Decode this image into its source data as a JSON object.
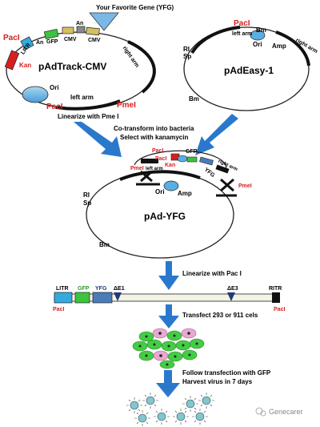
{
  "title_gene": "Your Favorite Gene (YFG)",
  "plasmid1": {
    "name": "pAdTrack-CMV",
    "labels": {
      "pacI_top": "PacI",
      "litr": "LITR",
      "an1": "An",
      "gfp": "GFP",
      "cmv1": "CMV",
      "an2": "An",
      "cmv2": "CMV",
      "kan": "Kan",
      "right_arm": "right arm",
      "ori": "Ori",
      "left_arm": "left arm",
      "pacI_bottom": "PacI",
      "pmeI": "PmeI"
    }
  },
  "plasmid2": {
    "name": "pAdEasy-1",
    "labels": {
      "pacI": "PacI",
      "left_arm": "left arm",
      "bm_top": "Bm",
      "ri": "RI",
      "sp": "Sp",
      "ori": "Ori",
      "amp": "Amp",
      "right_arm": "right arm",
      "bm_bottom": "Bm"
    }
  },
  "step1": "Linearize with Pme I",
  "step2_line1": "Co-transform into bacteria",
  "step2_line2": "Select with kanamycin",
  "plasmid3": {
    "name": "pAd-YFG",
    "labels": {
      "pmeI_left": "PmeI",
      "pacI_a": "PacI",
      "pacI_b": "PacI",
      "left_arm": "left arm",
      "kan": "Kan",
      "gfp": "GFP",
      "yfg": "YFG",
      "right_arm": "right arm",
      "pmeI_right": "PmeI",
      "ri": "RI",
      "sp": "Sp",
      "ori": "Ori",
      "amp": "Amp",
      "bm": "Bm"
    }
  },
  "step3": "Linearize with Pac I",
  "linear": {
    "litr": "LITR",
    "gfp": "GFP",
    "yfg": "YFG",
    "e1": "ΔE1",
    "e3": "ΔE3",
    "ritr": "RITR",
    "pacI_left": "PacI",
    "pacI_right": "PacI"
  },
  "step4": "Transfect 293 or 911 cels",
  "step5_line1": "Follow transfection with GFP",
  "step5_line2": "Harvest virus in 7 days",
  "watermark": "Genecarer",
  "colors": {
    "red": "#d62020",
    "arrow": "#2a78cc",
    "gfp": "#3cc43c",
    "litr": "#33aadd",
    "ori": "#5aaee0",
    "yfg": "#4a7cb8",
    "cell_green": "#44cc44",
    "cell_pink": "#e8a8d0",
    "virus": "#7ec8cf"
  }
}
